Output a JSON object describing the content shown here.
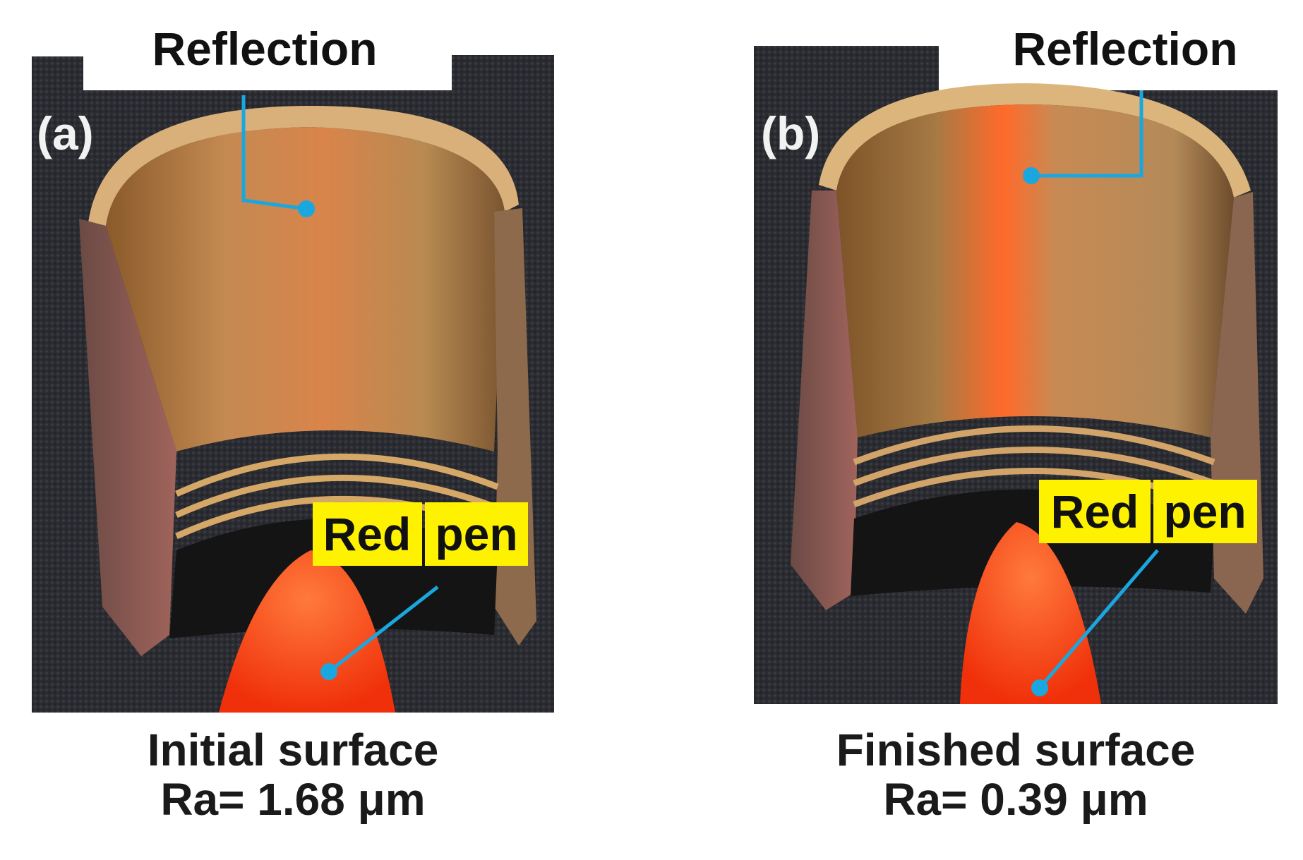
{
  "panels": [
    {
      "letter": "(a)",
      "reflection_label": "Reflection",
      "pen_label_word1": "Red",
      "pen_label_word2": "pen",
      "caption_line1": "Initial surface",
      "caption_line2": "Ra= 1.68 μm"
    },
    {
      "letter": "(b)",
      "reflection_label": "Reflection",
      "pen_label_word1": "Red",
      "pen_label_word2": "pen",
      "caption_line1": "Finished surface",
      "caption_line2": "Ra= 0.39 μm"
    }
  ],
  "colors": {
    "leader_line": "#1aa7e0",
    "pen_label_bg": "#fff200",
    "pen": "#ff3b10",
    "brass": "#b8864a",
    "background_photo": "#2a2a2e"
  }
}
